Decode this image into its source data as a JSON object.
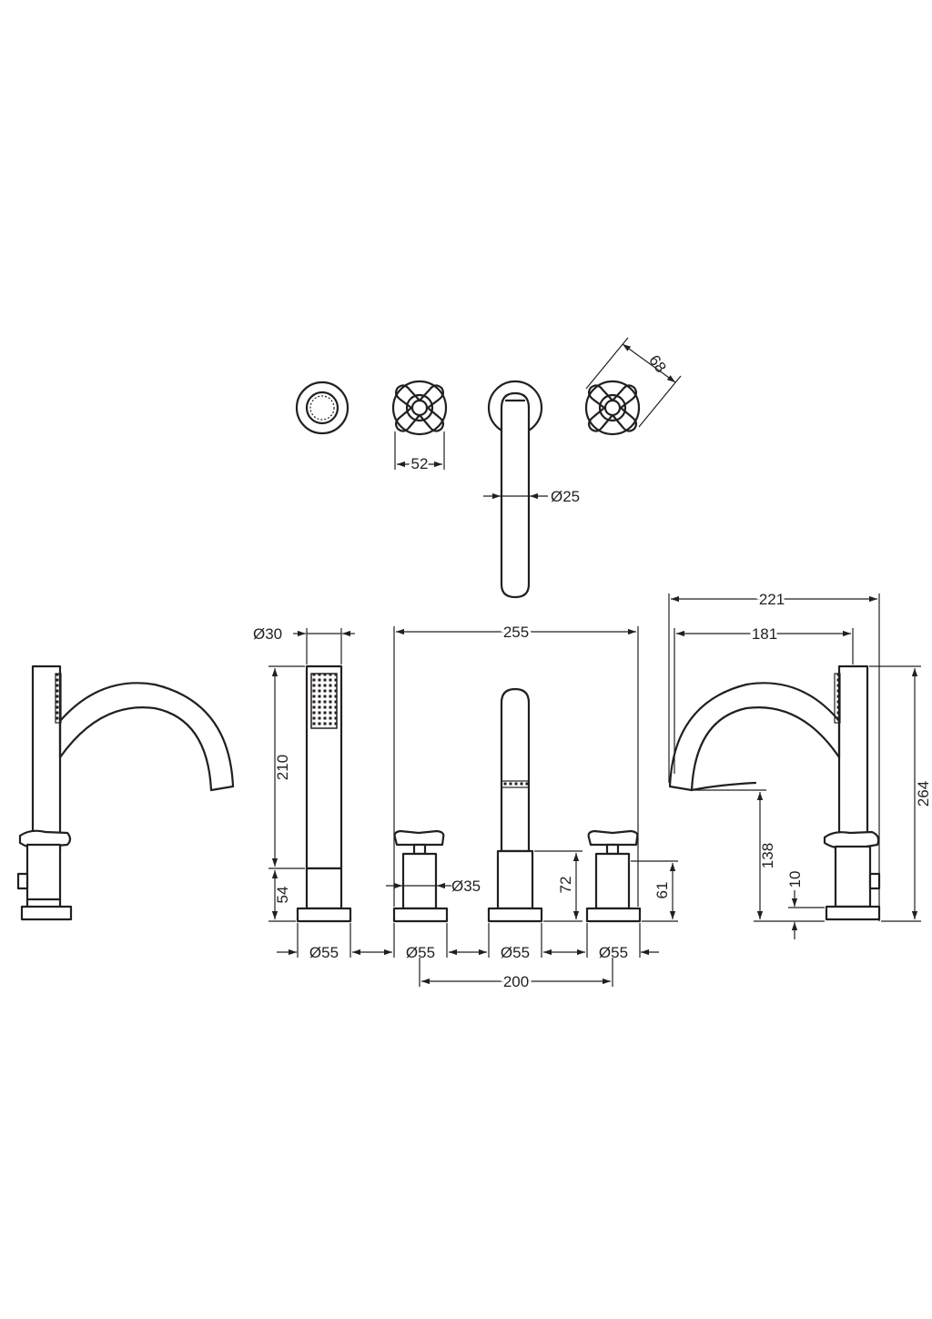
{
  "dimensions": {
    "cross_handle_rose": "68",
    "cross_handle_width": "52",
    "spout_diameter_top": "Ø25",
    "handshower_diameter": "Ø30",
    "handshower_length": "210",
    "handshower_base_height": "54",
    "overall_width": "255",
    "valve_body_diameter": "Ø35",
    "spout_body_height": "72",
    "valve_height": "61",
    "base_diameter_1": "Ø55",
    "base_diameter_2": "Ø55",
    "base_diameter_3": "Ø55",
    "base_diameter_4": "Ø55",
    "handle_centres": "200",
    "spout_projection": "221",
    "spout_reach": "181",
    "overall_height": "264",
    "spout_outlet_height": "138",
    "base_plate_height": "10"
  }
}
